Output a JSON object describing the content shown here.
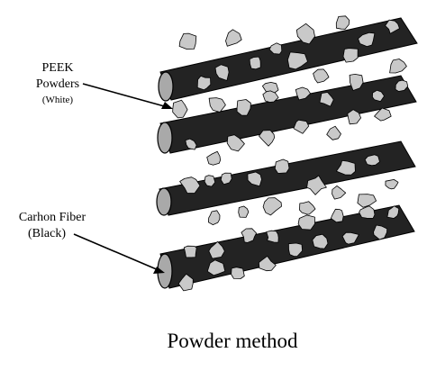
{
  "labels": {
    "peek_line1": "PEEK",
    "peek_line2": "Powders",
    "peek_line3": "(White)",
    "cf_line1": "Carhon Fiber",
    "cf_line2": "(Black)"
  },
  "caption": "Powder method",
  "colors": {
    "fiber": "#232323",
    "fiber_end": "#a9a9a9",
    "powder": "#c9c9c9",
    "outline": "#000000",
    "background": "#ffffff"
  },
  "components": [
    "carbon-fiber",
    "peek-powder-particle",
    "label-arrow"
  ]
}
